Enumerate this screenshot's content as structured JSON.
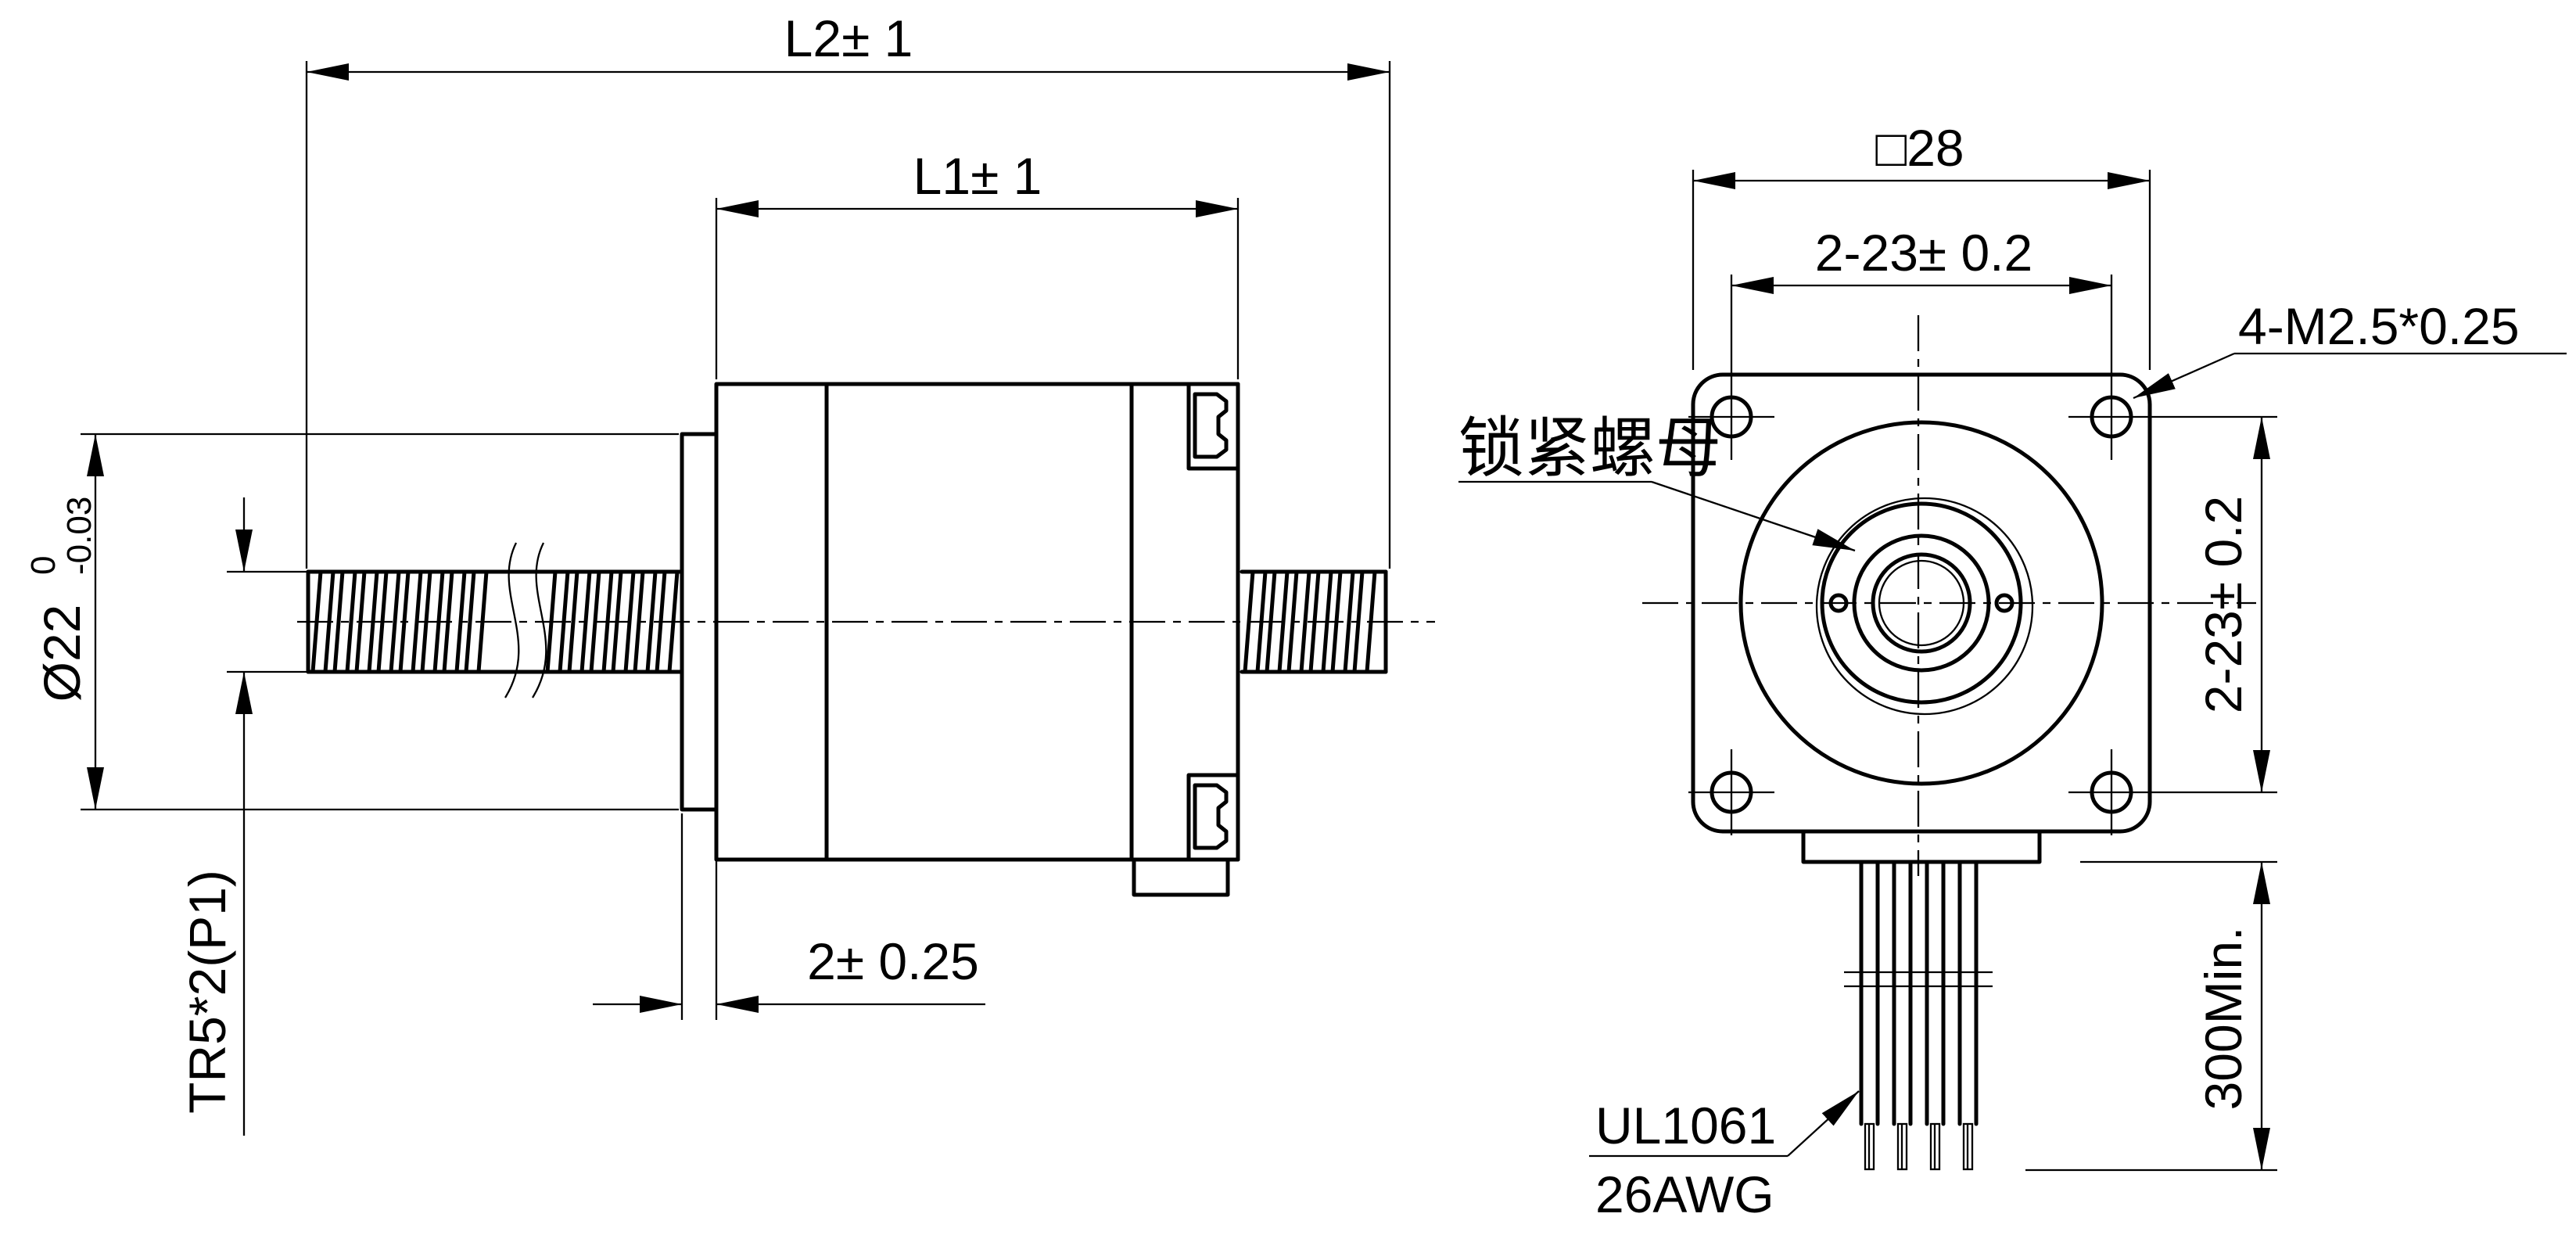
{
  "drawing": {
    "background_color": "#ffffff",
    "line_color": "#000000",
    "side_view": {
      "overall_length_dim": "L2± 1",
      "body_length_dim": "L1± 1",
      "pilot_diameter": "Ø22",
      "pilot_tol_upper": "0",
      "pilot_tol_lower": "-0.03",
      "leadscrew_thread": "TR5*2(P1)",
      "pilot_plate_thickness_dim": "2± 0.25"
    },
    "front_view": {
      "flange_square_dim": "□28",
      "hole_spacing_horizontal_dim": "2-23± 0.2",
      "hole_spacing_vertical_dim": "2-23± 0.2",
      "mounting_holes_spec": "4-M2.5*0.25",
      "locknut_label": "锁紧螺母",
      "lead_wire_length_dim": "300Min.",
      "wire_spec_line1": "UL1061",
      "wire_spec_line2": "26AWG"
    }
  }
}
